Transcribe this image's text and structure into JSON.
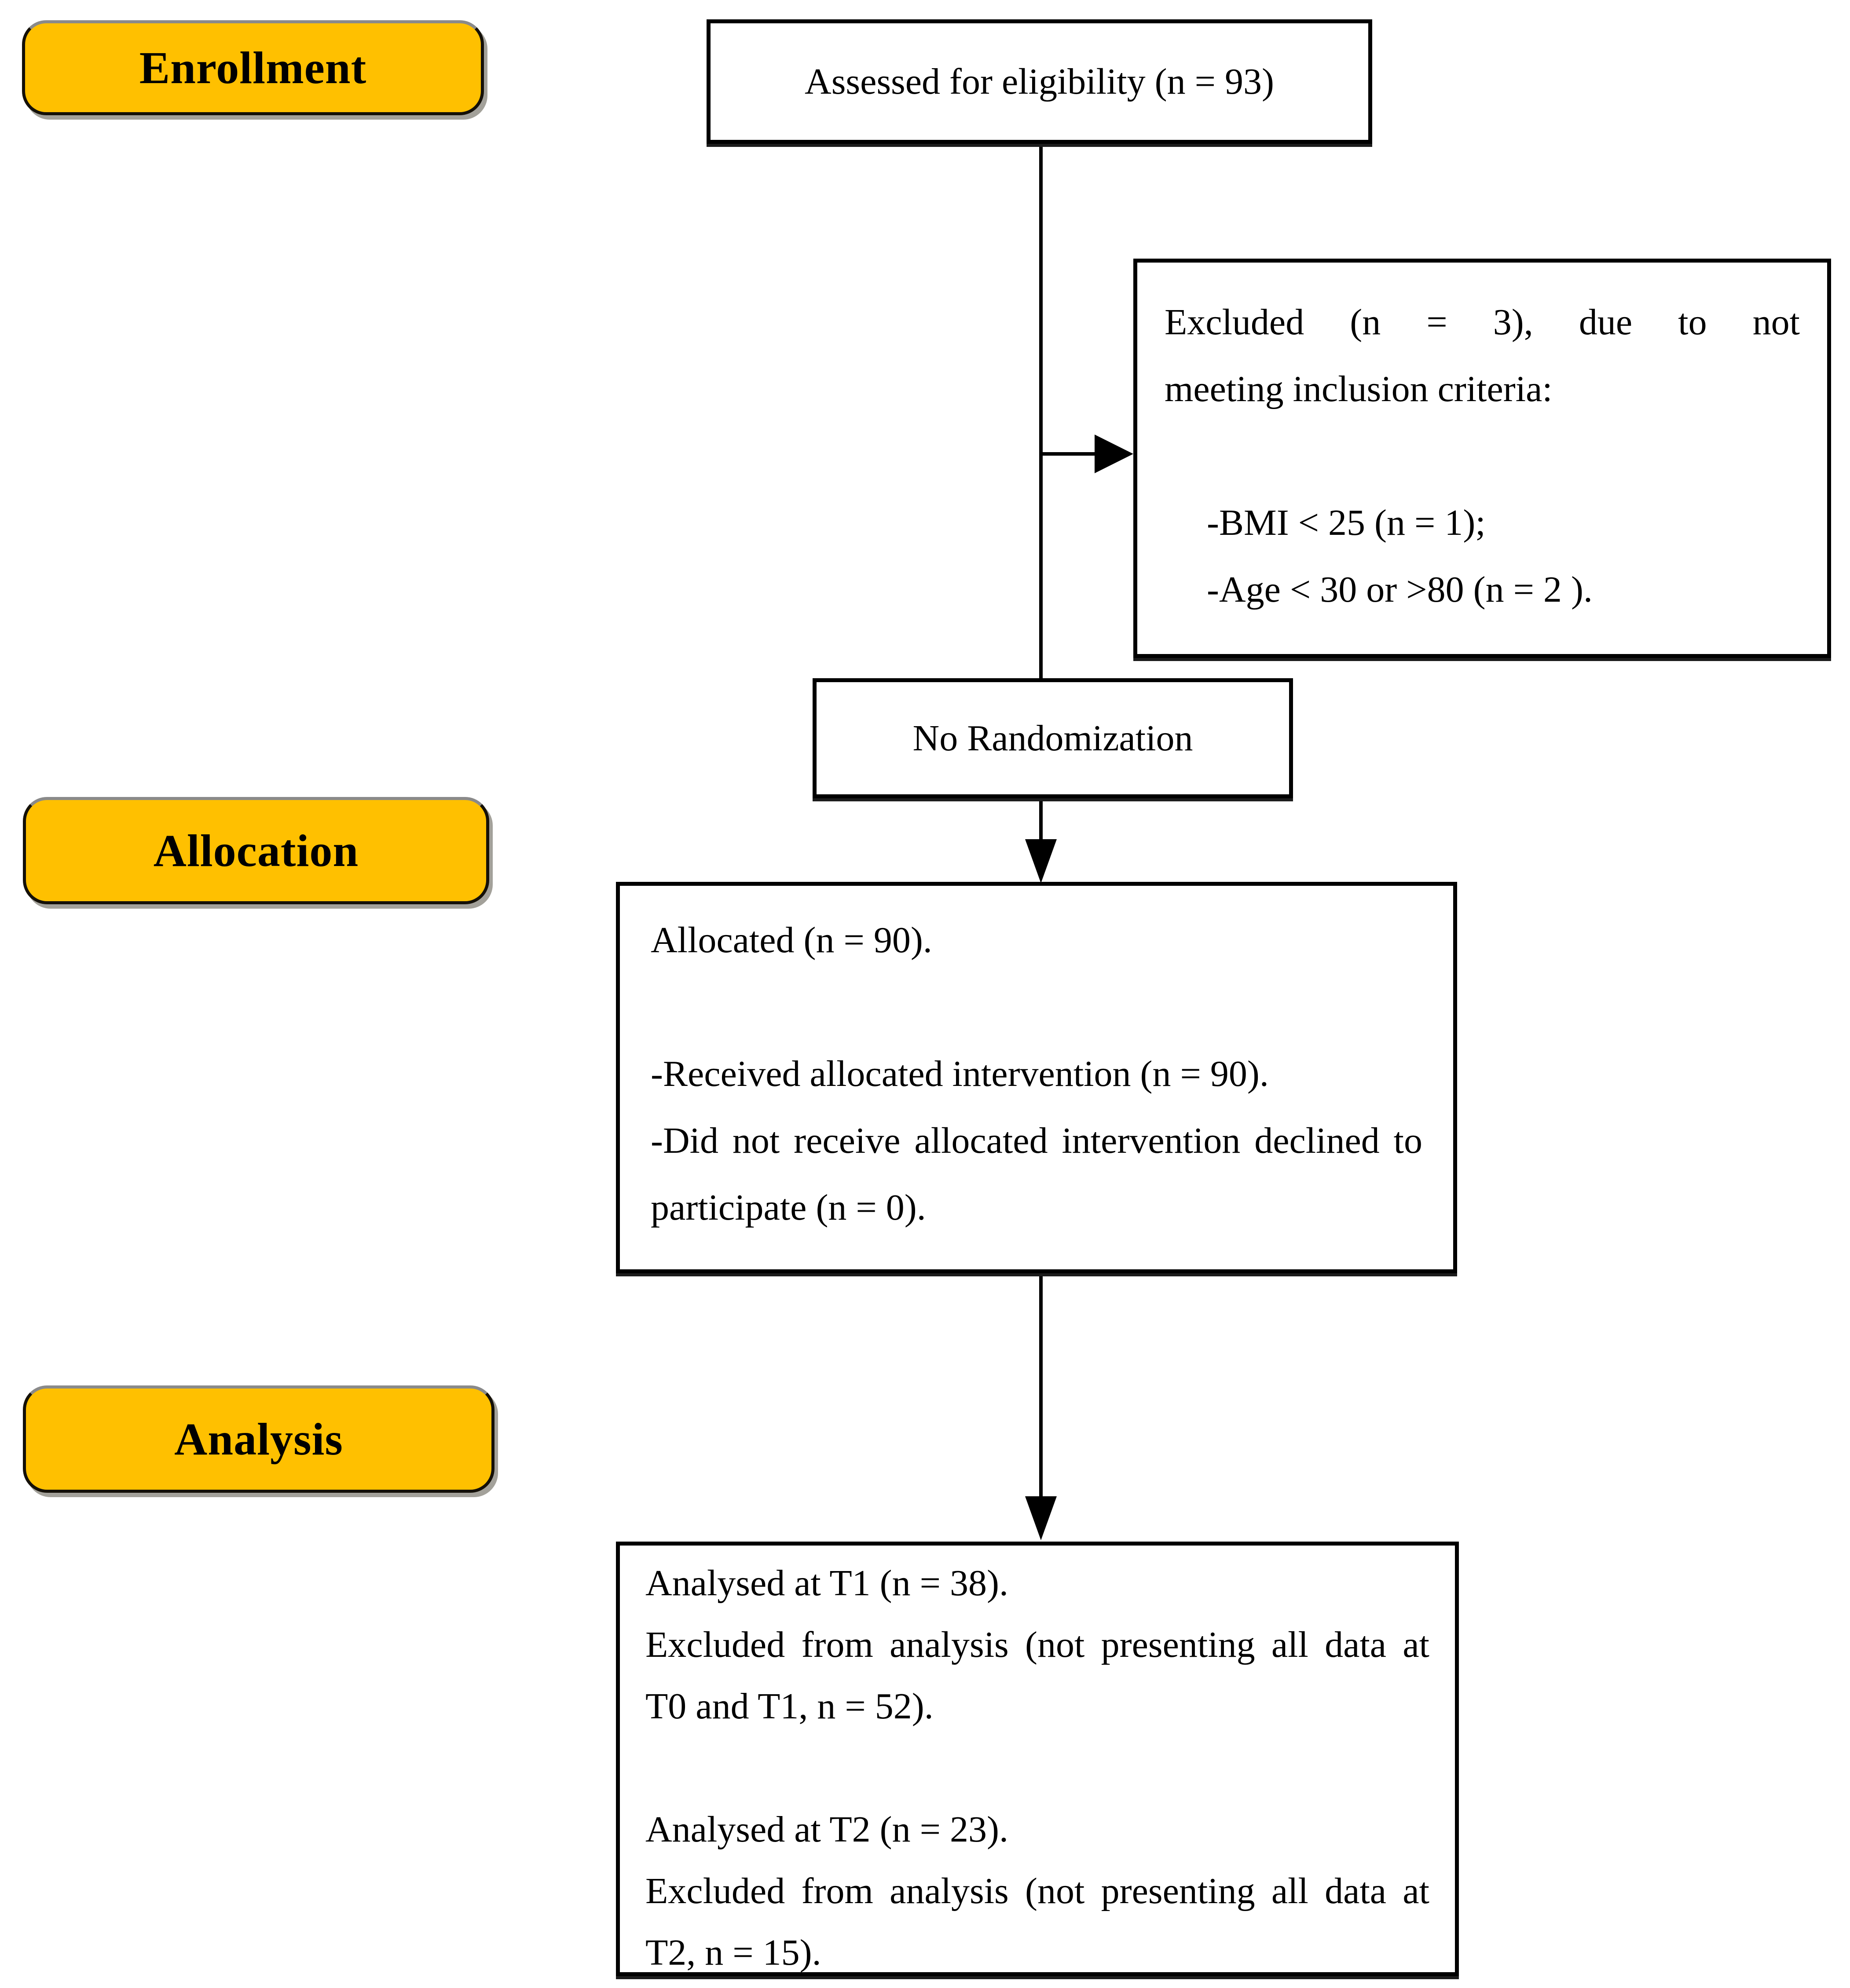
{
  "figure": {
    "type": "consort-flow-diagram",
    "background": "#FFFFFF",
    "stage_fill": "#FFC000",
    "border_color": "#000000"
  },
  "stages": [
    {
      "label": "Enrollment"
    },
    {
      "label": "Allocation"
    },
    {
      "label": "Analysis"
    }
  ],
  "boxes": {
    "assessed": {
      "text": "Assessed for eligibility (n = 93)"
    },
    "no_randomization": {
      "text": "No Randomization"
    },
    "excluded": {
      "lines": [
        {
          "text": "Excluded (n = 3), due to not",
          "stretch": true
        },
        {
          "text": "meeting inclusion criteria:"
        },
        {
          "text": "-BMI < 25 (n = 1);",
          "indent": true,
          "blank_before": true
        },
        {
          "text": "-Age < 30 or >80 (n = 2 ).",
          "indent": true
        }
      ]
    },
    "allocated": {
      "lines": [
        {
          "text": "Allocated (n = 90)."
        },
        {
          "text": "-Received allocated intervention (n = 90).",
          "blank_before": true
        },
        {
          "text": "-Did not receive allocated intervention declined to",
          "stretch": true
        },
        {
          "text": "participate (n = 0)."
        }
      ]
    },
    "analysed": {
      "lines": [
        {
          "text": "Analysed at T1 (n = 38)."
        },
        {
          "text": "Excluded from analysis (not presenting all data at",
          "stretch": true
        },
        {
          "text": "T0 and T1, n = 52)."
        },
        {
          "text": "Analysed at T2 (n = 23).",
          "blank_before": true
        },
        {
          "text": "Excluded from analysis (not presenting all data at",
          "stretch": true
        },
        {
          "text": "T2, n = 15)."
        }
      ]
    }
  }
}
